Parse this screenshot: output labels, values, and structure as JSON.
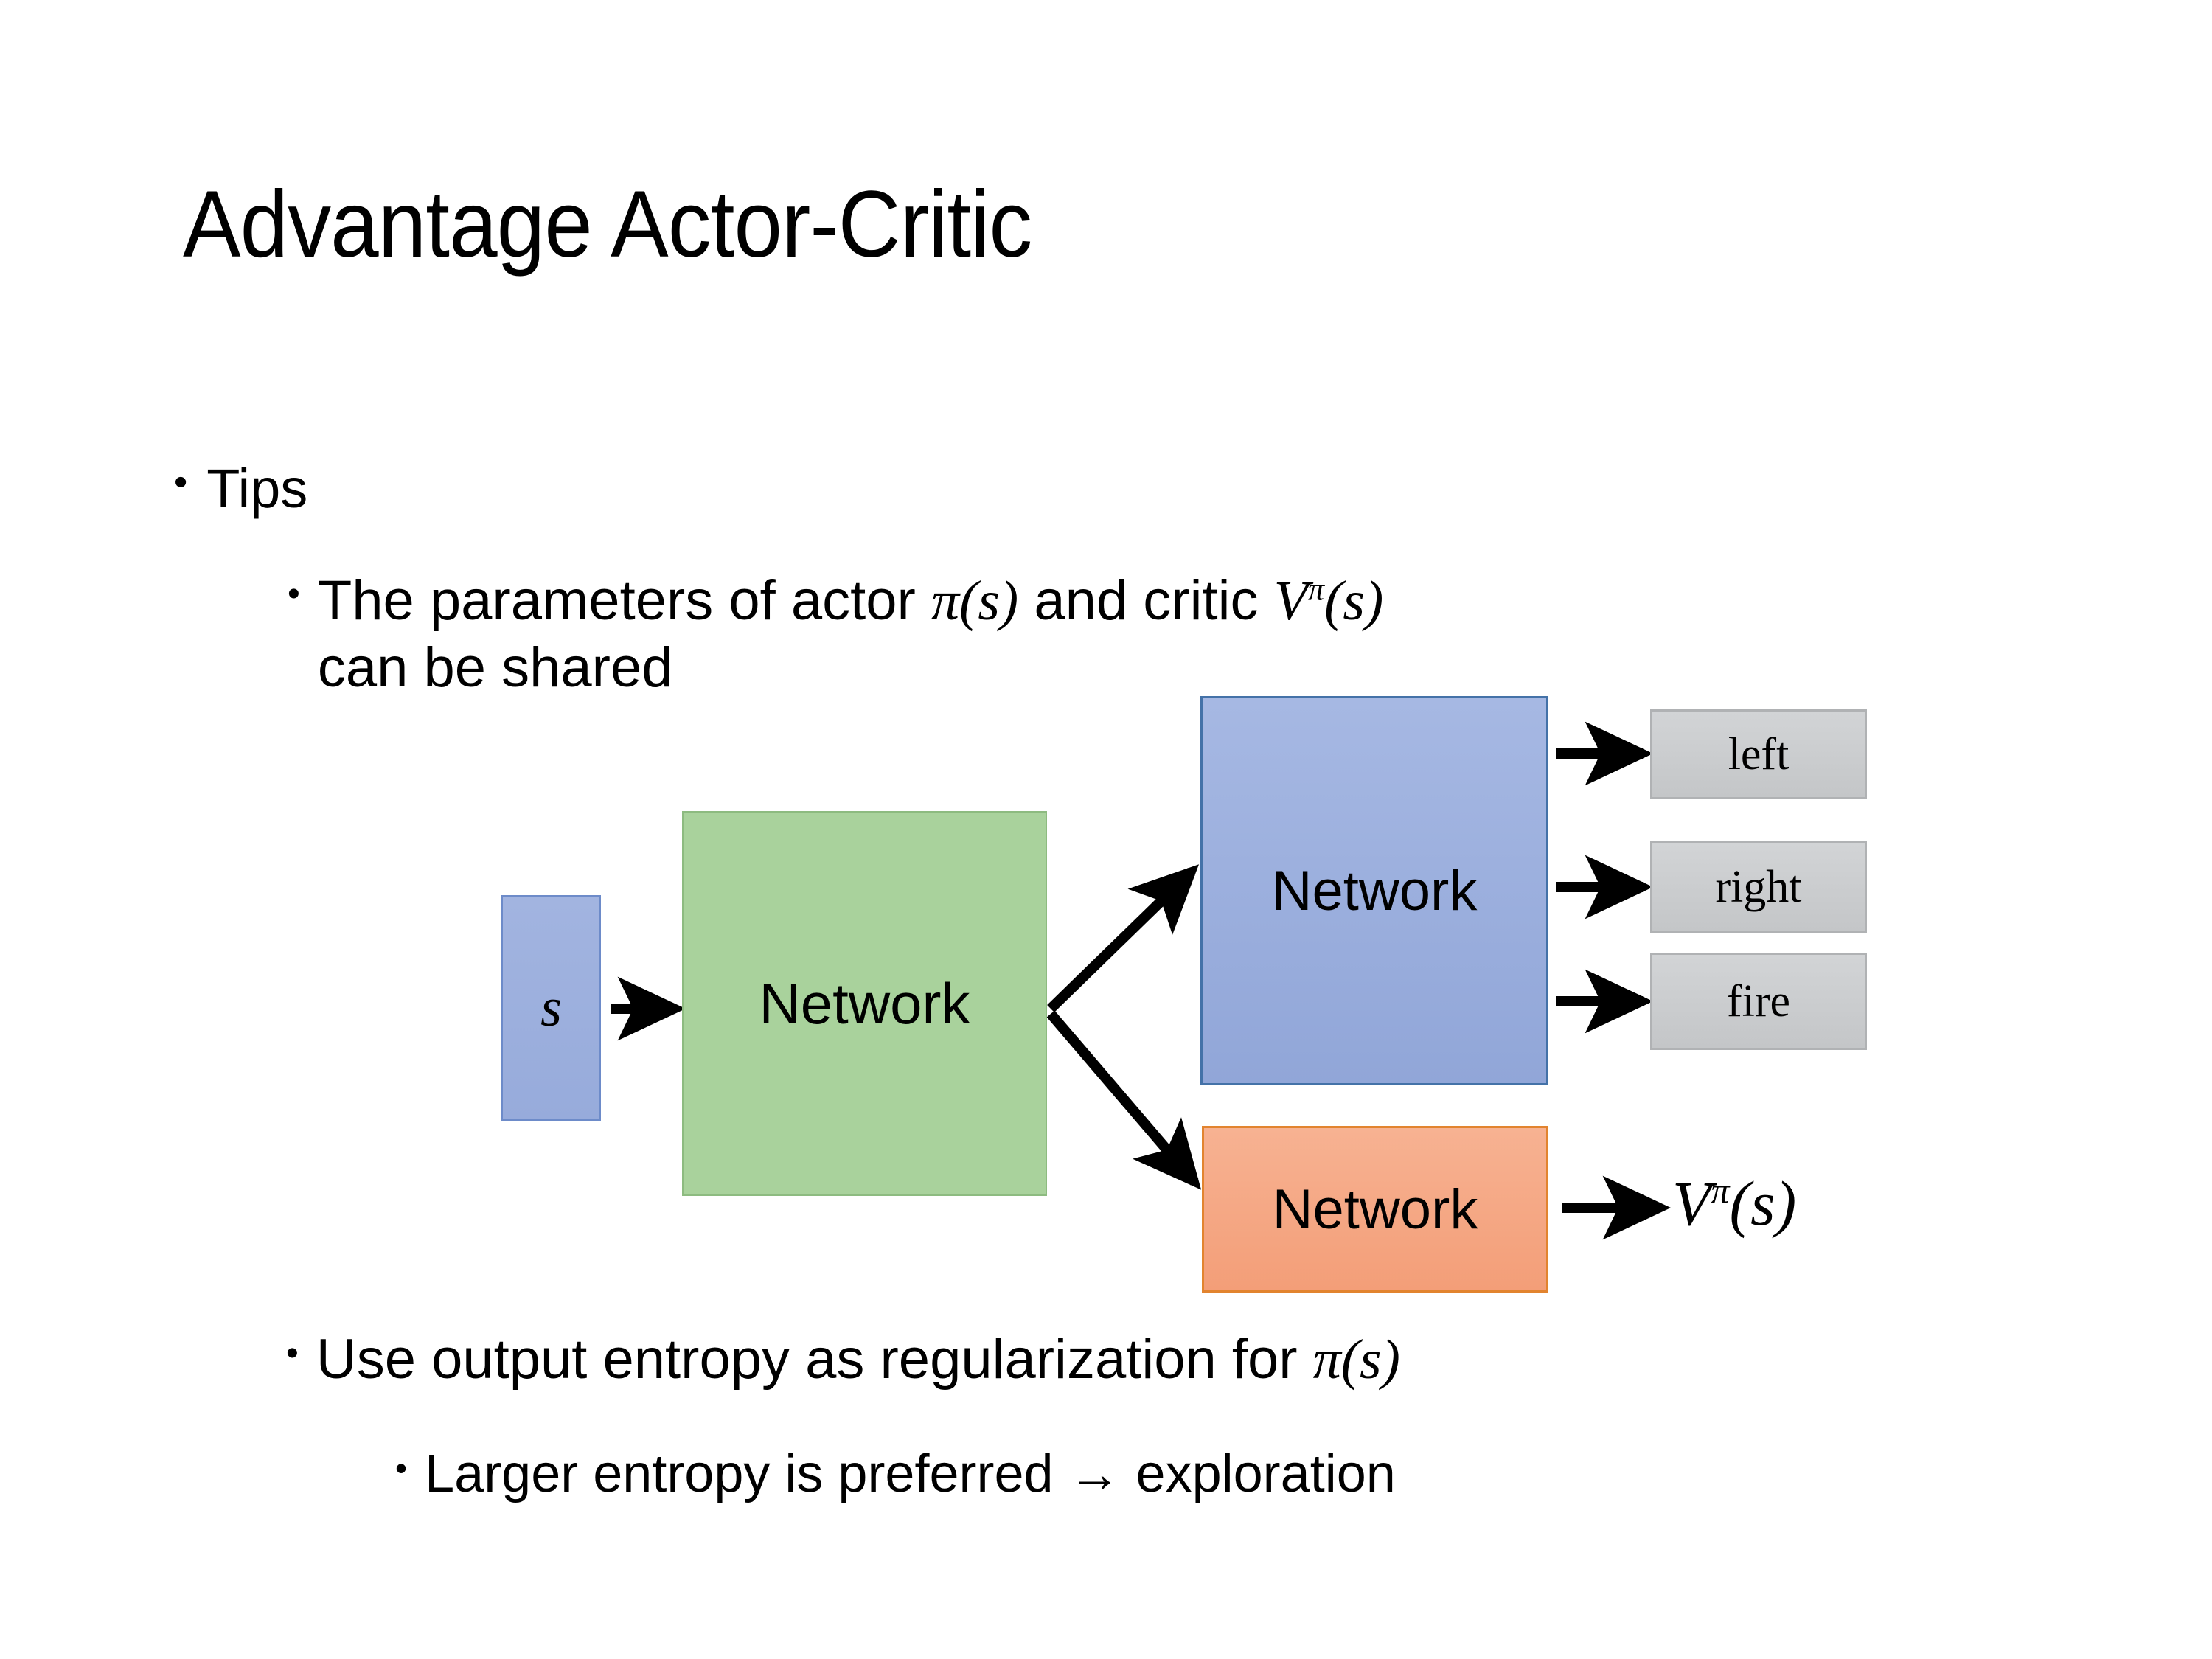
{
  "slide": {
    "title": "Advantage Actor-Critic",
    "background_color": "#ffffff"
  },
  "bullets": {
    "level1_tips": "Tips",
    "params_prefix": "The parameters of actor ",
    "params_pi": "π(s)",
    "params_middle": "  and critic ",
    "params_v": "V",
    "params_v_sup": "π",
    "params_v_arg": "(s)",
    "params_second_line": "can be shared",
    "entropy_prefix": "Use output entropy as regularization for ",
    "entropy_pi": "π(s)",
    "larger_entropy": "Larger entropy is preferred → exploration",
    "bullet_glyph": "•"
  },
  "diagram": {
    "input_label": "s",
    "shared_network_label": "Network",
    "actor_network_label": "Network",
    "critic_network_label": "Network",
    "actions": [
      {
        "label": "left"
      },
      {
        "label": "right"
      },
      {
        "label": "fire"
      }
    ],
    "value_output": {
      "base": "V",
      "superscript": "π",
      "argument": "(s)"
    },
    "colors": {
      "input_box": "#97abdb",
      "shared_network": "#a9d29c",
      "actor_network": "#91a6d8",
      "critic_network": "#f39e78",
      "action_box": "#c9cbcd",
      "arrow": "#000000",
      "actor_border": "#4472a8",
      "critic_border": "#e2842f",
      "shared_border": "#8dbb80"
    }
  }
}
